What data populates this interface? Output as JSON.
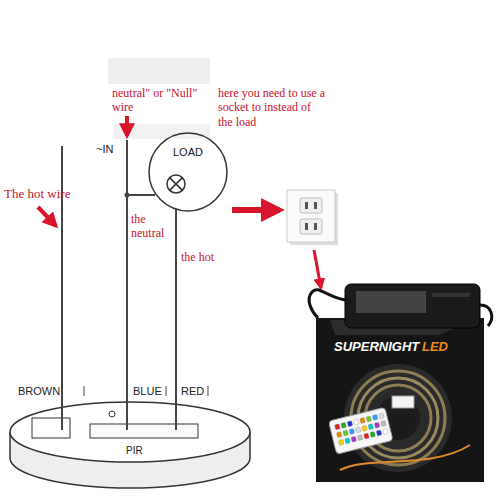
{
  "diagram": {
    "nodes": [
      {
        "text": [
          "PIR"
        ]
      },
      {
        "text": [
          "LOAD"
        ]
      }
    ],
    "edges": [
      {
        "from": 0,
        "to": 1,
        "arrow": "none"
      }
    ],
    "labels": [
      "neutral\" or \"Null\" wire",
      "here you need to use a socket to instead of the load",
      "The hot wire",
      "~IN",
      "the neutral",
      "the hot",
      "BROWN",
      "BLUE",
      "RED",
      "SUPERNIGHT",
      "LED"
    ]
  }
}
